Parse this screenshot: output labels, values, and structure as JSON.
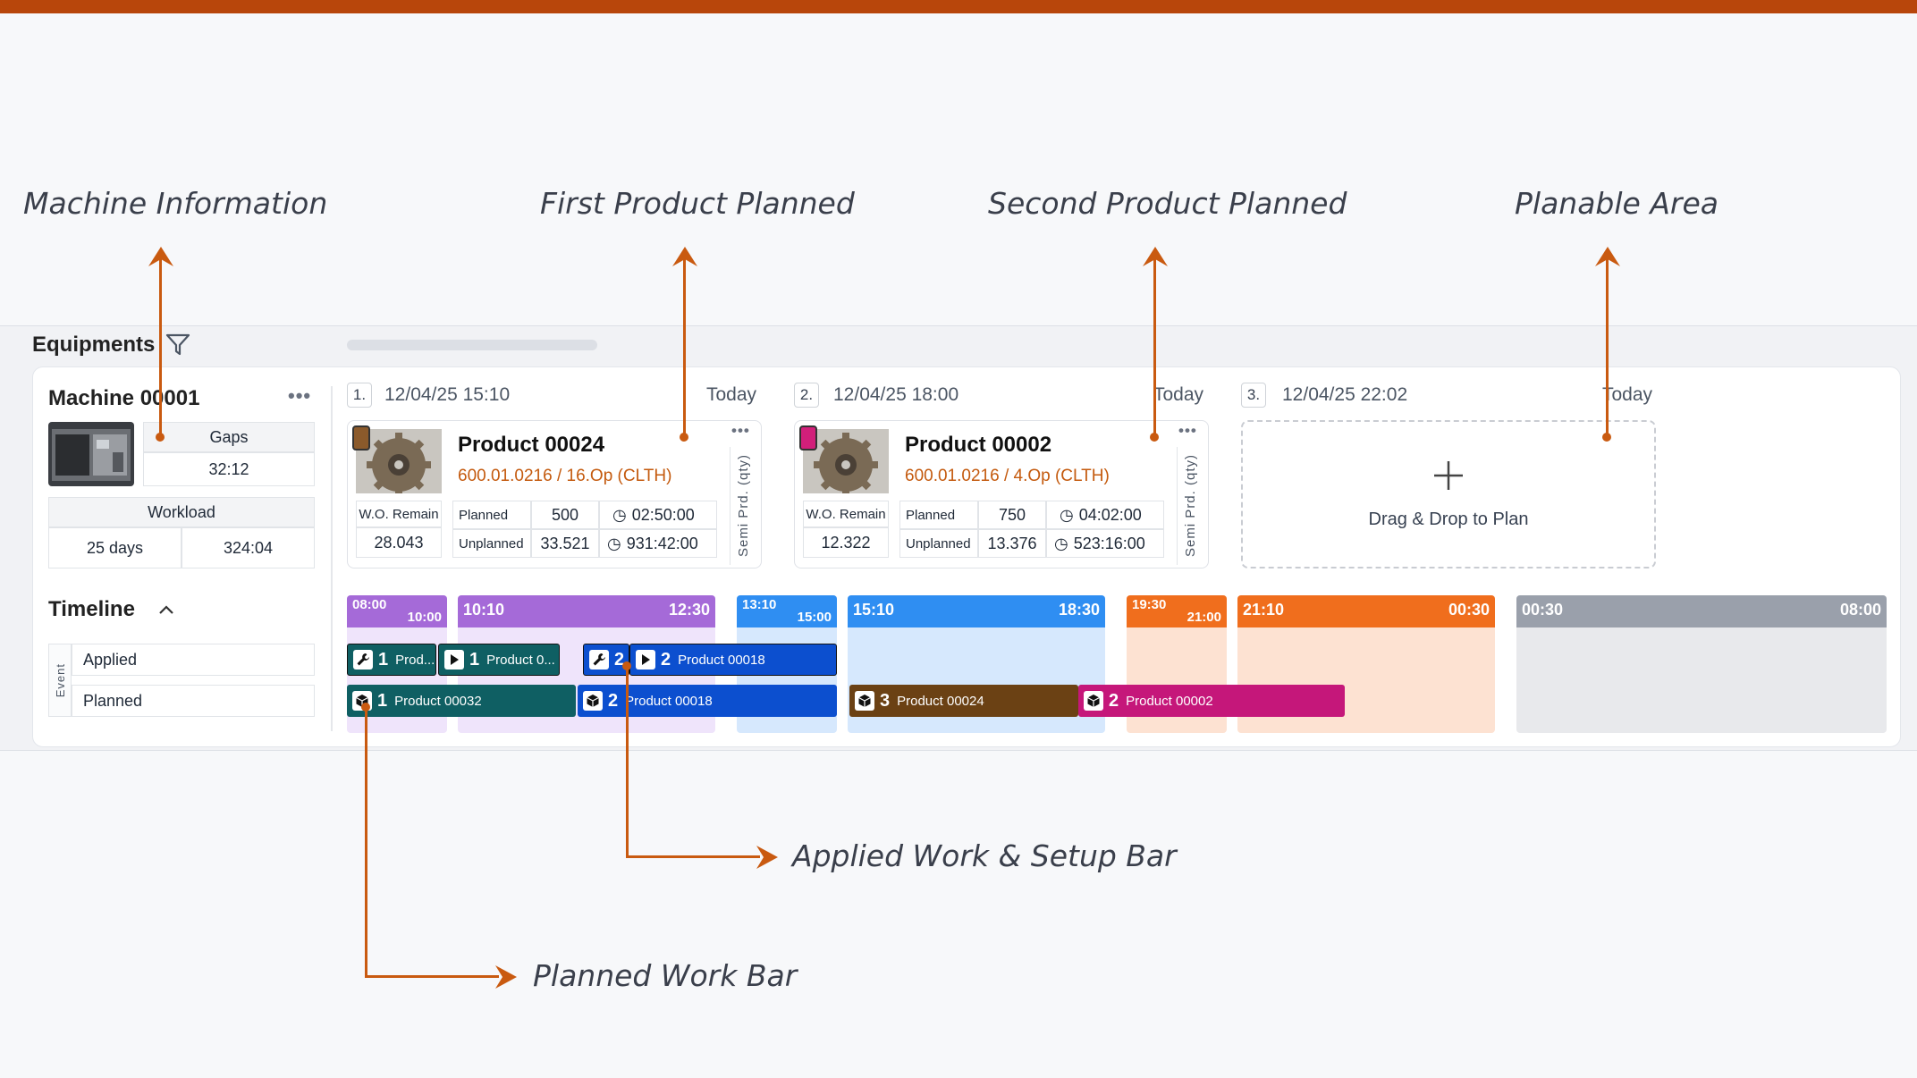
{
  "callouts": {
    "machine_information": "Machine Information",
    "first_product": "First Product Planned",
    "second_product": "Second Product Planned",
    "planable_area": "Planable Area",
    "applied_bar": "Applied Work & Setup Bar",
    "planned_bar": "Planned Work Bar"
  },
  "equipments": {
    "title": "Equipments",
    "filter_icon": "filter-icon"
  },
  "machine": {
    "name": "Machine 00001",
    "more_icon": "more-horizontal-icon",
    "gaps_label": "Gaps",
    "gaps_value": "32:12",
    "workload_label": "Workload",
    "workload_days": "25 days",
    "workload_hours": "324:04"
  },
  "slots": [
    {
      "num": "1.",
      "datetime": "12/04/25 15:10",
      "today": "Today",
      "product": "Product 00024",
      "code": "600.01.0216",
      "op": "/ 16.Op (CLTH)",
      "wo_label": "W.O. Remain",
      "wo_value": "28.043",
      "planned_label": "Planned",
      "planned_qty": "500",
      "planned_time": "02:50:00",
      "unplanned_label": "Unplanned",
      "unplanned_qty": "33.521",
      "unplanned_time": "931:42:00",
      "semi_label": "Semi Prd. (qty)",
      "accent": "#8b5a2b"
    },
    {
      "num": "2.",
      "datetime": "12/04/25 18:00",
      "today": "Today",
      "product": "Product 00002",
      "code": "600.01.0216",
      "op": "/ 4.Op (CLTH)",
      "wo_label": "W.O. Remain",
      "wo_value": "12.322",
      "planned_label": "Planned",
      "planned_qty": "750",
      "planned_time": "04:02:00",
      "unplanned_label": "Unplanned",
      "unplanned_qty": "13.376",
      "unplanned_time": "523:16:00",
      "semi_label": "Semi Prd. (qty)",
      "accent": "#d21f7a"
    },
    {
      "num": "3.",
      "datetime": "12/04/25 22:02",
      "today": "Today",
      "dropzone_label": "Drag & Drop to Plan"
    }
  ],
  "timeline": {
    "title": "Timeline",
    "event_label": "Event",
    "rows": [
      "Applied",
      "Planned"
    ],
    "shifts": [
      {
        "start": "08:00",
        "end": "10:00",
        "color": "#a56ad8",
        "bg": "#efe4fb"
      },
      {
        "start": "10:10",
        "end": "12:30",
        "color": "#a56ad8",
        "bg": "#efe4fb"
      },
      {
        "start": "13:10",
        "end": "15:00",
        "color": "#2f8ef2",
        "bg": "#d6e8fd"
      },
      {
        "start": "15:10",
        "end": "18:30",
        "color": "#2f8ef2",
        "bg": "#d6e8fd"
      },
      {
        "start": "19:30",
        "end": "21:00",
        "color": "#f06e1d",
        "bg": "#fde2d2"
      },
      {
        "start": "21:10",
        "end": "00:30",
        "color": "#f06e1d",
        "bg": "#fde2d2"
      },
      {
        "start": "00:30",
        "end": "08:00",
        "color": "#9aa0ab",
        "bg": "#e8e9ec"
      }
    ],
    "applied_bars": [
      {
        "num": "1",
        "label": "Prod...",
        "kind": "wrench-icon",
        "color": "#0f5f63"
      },
      {
        "num": "1",
        "label": "Product 0...",
        "kind": "play-icon",
        "color": "#0f5f63"
      },
      {
        "num": "2",
        "label": "",
        "kind": "wrench-icon",
        "color": "#0c4fcf"
      },
      {
        "num": "2",
        "label": "Product 00018",
        "kind": "play-icon",
        "color": "#0c4fcf"
      }
    ],
    "planned_bars": [
      {
        "num": "1",
        "label": "Product 00032",
        "color": "#0f5f63"
      },
      {
        "num": "2",
        "label": "Product 00018",
        "color": "#0c4fcf"
      },
      {
        "num": "3",
        "label": "Product 00024",
        "color": "#6b4114"
      },
      {
        "num": "2",
        "label": "Product 00002",
        "color": "#c5177a"
      }
    ]
  }
}
